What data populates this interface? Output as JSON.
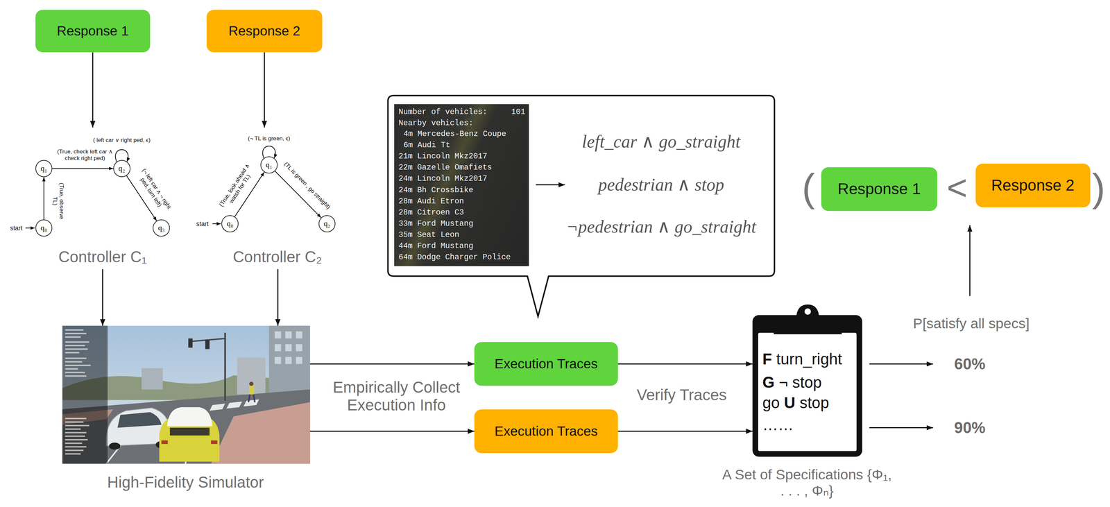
{
  "diagram": {
    "nodes": [
      {
        "text": [
          "Response 1"
        ]
      },
      {
        "text": [
          "Response 2"
        ]
      },
      {
        "text": [
          "Controller C₁"
        ]
      },
      {
        "text": [
          "q₀"
        ],
        "in": 2
      },
      {
        "text": [
          "q₁"
        ],
        "in": 2
      },
      {
        "text": [
          "q₂"
        ],
        "in": 2
      },
      {
        "text": [
          "q₃"
        ],
        "in": 2
      },
      {
        "text": [
          "Controller C₂"
        ]
      },
      {
        "text": [
          "q₀"
        ],
        "in": 7
      },
      {
        "text": [
          "q₁"
        ],
        "in": 7
      },
      {
        "text": [
          "q₂"
        ],
        "in": 7
      },
      {
        "text": [
          "High-Fidelity Simulator"
        ]
      },
      {
        "text": [
          "left_car ∧ go_straight",
          "pedestrian ∧ stop",
          "¬pedestrian ∧ go_straight"
        ]
      },
      {
        "text": [
          "Number of vehicles:",
          "101",
          "Nearby vehicles:",
          "4m Mercedes-Benz Coupe",
          "6m Audi Tt",
          "21m Lincoln Mkz2017",
          "22m Gazelle Omafiets",
          "24m Lincoln Mkz2017",
          "24m Bh Crossbike",
          "28m Audi Etron",
          "28m Citroen C3",
          "33m Ford Mustang",
          "35m Seat Leon",
          "44m Ford Mustang",
          "64m Dodge Charger Police"
        ],
        "in": 12
      },
      {
        "text": [
          "Execution Traces"
        ]
      },
      {
        "text": [
          "Execution Traces"
        ]
      },
      {
        "text": [
          "F turn_right",
          "G ¬ stop",
          "go U stop",
          "……",
          "A Set of Specifications {Φ₁, . . . , Φₙ}"
        ]
      },
      {
        "text": [
          "Response 1"
        ]
      },
      {
        "text": [
          "Response 2"
        ]
      }
    ],
    "edges": [
      {
        "from": 0,
        "to": 2,
        "arrow": "to"
      },
      {
        "from": 1,
        "to": 7,
        "arrow": "to"
      },
      {
        "from": 3,
        "to": 4,
        "label": "(True, observe TL)",
        "arrow": "to"
      },
      {
        "from": 4,
        "to": 5,
        "label": "(True, check left car ∧ check right ped)",
        "arrow": "to"
      },
      {
        "from": 5,
        "to": 5,
        "label": "( left car ∨ right ped, ϵ)",
        "arrow": "to"
      },
      {
        "from": 5,
        "to": 6,
        "label": "(¬ left car ∧ ¬ right ped, turn left)",
        "arrow": "to"
      },
      {
        "from": 8,
        "to": 9,
        "label": "(True, look ahead ∧ watch for TL)",
        "arrow": "to"
      },
      {
        "from": 9,
        "to": 9,
        "label": "(¬ TL is green, ϵ)",
        "arrow": "to"
      },
      {
        "from": 9,
        "to": 10,
        "label": "(TL is green , go straight)",
        "arrow": "to"
      },
      {
        "from": 2,
        "to": 11,
        "arrow": "to"
      },
      {
        "from": 7,
        "to": 11,
        "arrow": "to"
      },
      {
        "from": 11,
        "to": 14,
        "arrow": "to"
      },
      {
        "from": 11,
        "to": 15,
        "arrow": "to"
      },
      {
        "from": 14,
        "to": 16,
        "arrow": "to"
      },
      {
        "from": 15,
        "to": 16,
        "arrow": "to"
      }
    ],
    "labels": [
      "start",
      "start",
      "(",
      "<",
      ")",
      "Empirically Collect Execution Info",
      "Verify Traces",
      "P[satisfy all specs]",
      "60%",
      "90%"
    ]
  }
}
